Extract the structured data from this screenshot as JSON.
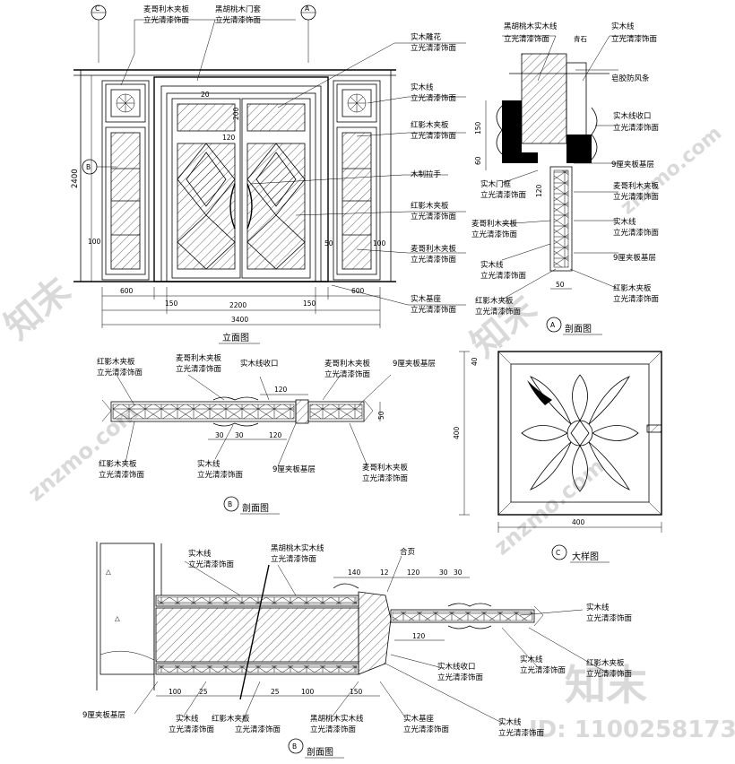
{
  "watermark": {
    "brand_cn": "知末",
    "site": "znzmo.com",
    "id_text": "ID: 1100258173"
  },
  "titles": {
    "elevation": "立面图",
    "section_a": "剖面图",
    "section_b": "剖面图",
    "section_b2": "剖面图",
    "pillar": "大样图"
  },
  "markers": {
    "a": "A",
    "b": "B",
    "c": "C"
  },
  "elevation": {
    "dims": {
      "height": "2400",
      "total": "3400",
      "inner": "2200",
      "left_side": "600",
      "right_side": "600",
      "left_gap": "150",
      "right_gap": "150",
      "d120": "120",
      "d200": "200",
      "d100": "100",
      "d100b": "100",
      "d20": "20",
      "d50": "50"
    },
    "labels": {
      "l1": "麦哥利木夹板",
      "l1s": "立光清漆饰面",
      "l2": "黑胡桃木门套",
      "l2s": "立光清漆饰面",
      "l3": "实木雕花",
      "l3s": "立光清漆饰面",
      "l4": "实木线",
      "l4s": "立光清漆饰面",
      "l5": "红影木夹板",
      "l5s": "立光清漆饰面",
      "l6": "木制拉手",
      "l7": "红影木夹板",
      "l7s": "立光清漆饰面",
      "l8": "麦哥利木夹板",
      "l8s": "立光清漆饰面",
      "l9": "实木基座",
      "l9s": "立光清漆饰面"
    }
  },
  "section_a": {
    "labels": {
      "top1": "黑胡桃木实木线",
      "top1s": "立光清漆饰面",
      "top2": "实木线",
      "top2s": "立光清漆饰面",
      "r1": "青石",
      "r2": "皂胶防风条",
      "r3": "实木线收口",
      "r3s": "立光清漆饰面",
      "r4": "9厘夹板基层",
      "r5": "麦哥利木夹板",
      "r5s": "立光清漆饰面",
      "r6": "实木线",
      "r6s": "立光清漆饰面",
      "r7": "9厘夹板基层",
      "r8": "红影木夹板",
      "r8s": "立光清漆饰面",
      "l1": "实木门框",
      "l1s": "立光清漆饰面",
      "l2": "麦哥利木夹板",
      "l2s": "立光清漆饰面",
      "l3": "实木线",
      "l3s": "立光清漆饰面",
      "l4": "红影木夹板",
      "l4s": "立光清漆饰面"
    },
    "dims": {
      "d150": "150",
      "d60": "60",
      "d120": "120",
      "d50": "50"
    }
  },
  "section_b": {
    "labels": {
      "t1": "红影木夹板",
      "t1s": "立光清漆饰面",
      "t2": "麦哥利木夹板",
      "t2s": "立光清漆饰面",
      "t3": "实木线收口",
      "t4": "麦哥利木夹板",
      "t4s": "立光清漆饰面",
      "t5": "9厘夹板基层",
      "b1": "红影木夹板",
      "b1s": "立光清漆饰面",
      "b2": "实木线",
      "b2s": "立光清漆饰面",
      "b3": "9厘夹板基层",
      "b4": "麦哥利木夹板",
      "b4s": "立光清漆饰面"
    },
    "dims": {
      "d120a": "120",
      "d120b": "120",
      "d30a": "30",
      "d30b": "30",
      "d50": "50"
    }
  },
  "pillar": {
    "dims": {
      "w": "400",
      "h": "400",
      "d40": "40"
    }
  },
  "section_b2": {
    "labels": {
      "t1": "实木线",
      "t1s": "立光清漆饰面",
      "t2": "黑胡桃木实木线",
      "t2s": "立光清漆饰面",
      "t3": "合页",
      "r1": "实木线",
      "r1s": "立光清漆饰面",
      "r2": "红影木夹板",
      "r2s": "立光清漆饰面",
      "r3": "实木线",
      "r3s": "立光清漆饰面",
      "m1": "实木线收口",
      "m1s": "立光清漆饰面",
      "b1": "9厘夹板基层",
      "b2": "实木线",
      "b2s": "立光清漆饰面",
      "b3": "红影木夹板",
      "b3s": "立光清漆饰面",
      "b4": "黑胡桃木实木线",
      "b4s": "立光清漆饰面",
      "b5": "实木基座",
      "b5s": "立光清漆饰面",
      "b6": "实木线",
      "b6s": "立光清漆饰面"
    },
    "dims": {
      "d140": "140",
      "d12": "12",
      "d120a": "120",
      "d30a": "30",
      "d30b": "30",
      "d120b": "120",
      "d100a": "100",
      "d25a": "25",
      "d25b": "25",
      "d100b": "100",
      "d150": "150"
    }
  }
}
